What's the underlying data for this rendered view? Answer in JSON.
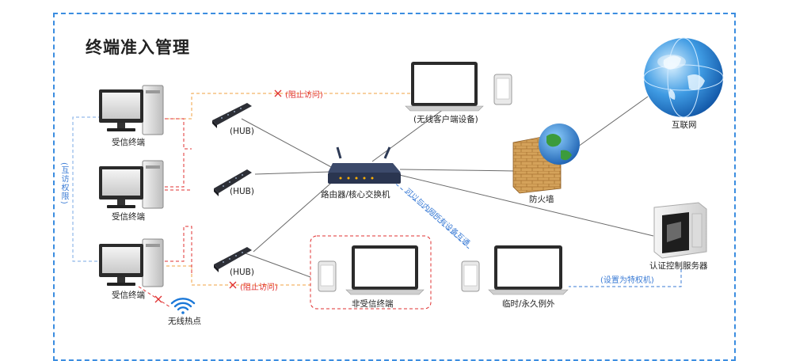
{
  "title": "终端准入管理",
  "nodes": {
    "terminal_1": "受信终端",
    "terminal_2": "受信终端",
    "terminal_3": "受信终端",
    "hub_1": "(HUB)",
    "hub_2": "(HUB)",
    "hub_3": "(HUB)",
    "router": "路由器/核心交换机",
    "wireless_client": "(无线客户端设备)",
    "firewall": "防火墙",
    "internet": "互联网",
    "auth_server": "认证控制服务器",
    "untrusted": "非受信终端",
    "exception": "临时/永久例外",
    "hotspot": "无线热点"
  },
  "annotations": {
    "block_access_top": "(阻止访问)",
    "block_access_bottom": "(阻止访问)",
    "mutual_access": "(互访权限)",
    "set_privileged": "(设置为特权机)",
    "allow_intranet": "可以与内网所有设备互通"
  },
  "colors": {
    "frame": "#3b8de0",
    "red_dashed": "#e03030",
    "orange_dashed": "#f0a040",
    "blue_dashed": "#3a7bd5",
    "solid_line": "#666666"
  }
}
